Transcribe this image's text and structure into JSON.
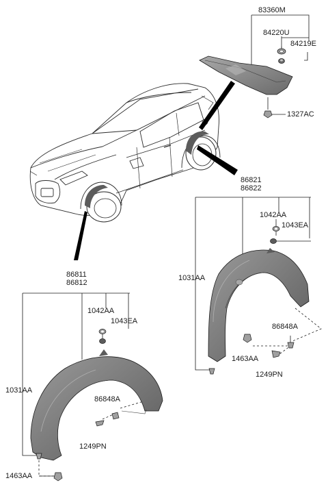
{
  "labels": {
    "mud_guard": "83360M",
    "mg_grommet": "84220U",
    "mg_clip": "84219E",
    "mg_screw": "1327AC",
    "rear_liner_a": "86821",
    "rear_liner_b": "86822",
    "rear_nut": "1042AA",
    "rear_washer": "1043EA",
    "rear_bolt_left": "1031AA",
    "rear_clip": "86848A",
    "rear_screw_a": "1463AA",
    "rear_screw_b": "1249PN",
    "front_liner_a": "86811",
    "front_liner_b": "86812",
    "front_nut": "1042AA",
    "front_washer": "1043EA",
    "front_bolt_left": "1031AA",
    "front_clip": "86848A",
    "front_screw_b": "1249PN",
    "front_screw_bottom": "1463AA"
  },
  "colors": {
    "line": "#1a1a1a",
    "part_fill": "#8a8a8a",
    "part_dark": "#5c5c5c",
    "part_light": "#b8b8b8",
    "car_line": "#2a2a2a"
  }
}
